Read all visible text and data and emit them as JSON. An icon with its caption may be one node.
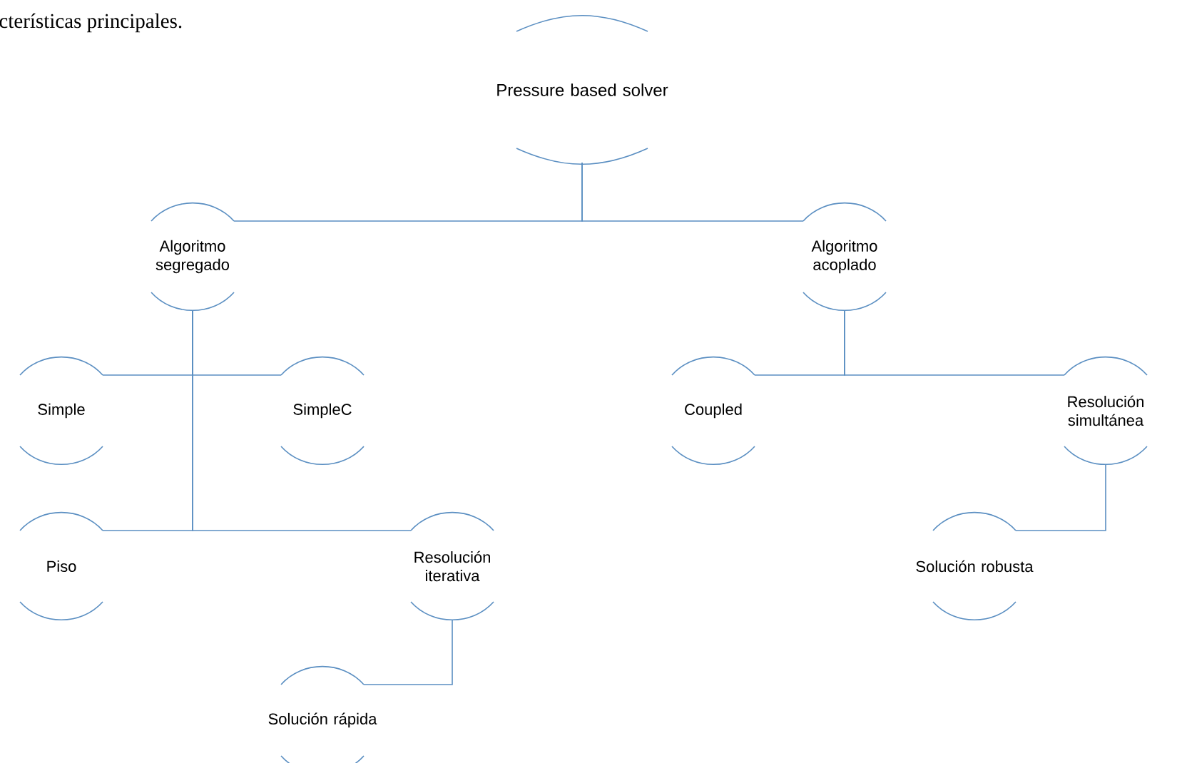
{
  "diagram": {
    "nodes": [
      {
        "text": [
          "Pressure based solver"
        ]
      },
      {
        "text": [
          "Algoritmo segregado"
        ]
      },
      {
        "text": [
          "Algoritmo acoplado"
        ]
      },
      {
        "text": [
          "Simple"
        ]
      },
      {
        "text": [
          "SimpleC"
        ]
      },
      {
        "text": [
          "Coupled"
        ]
      },
      {
        "text": [
          "Resolución simultánea"
        ]
      },
      {
        "text": [
          "Piso"
        ]
      },
      {
        "text": [
          "Resolución iterativa"
        ]
      },
      {
        "text": [
          "Solución robusta"
        ]
      },
      {
        "text": [
          "Solución rápida"
        ]
      }
    ],
    "edges": [
      {
        "from": 0,
        "to": 1,
        "arrow": "none"
      },
      {
        "from": 0,
        "to": 2,
        "arrow": "none"
      },
      {
        "from": 1,
        "to": 3,
        "arrow": "none"
      },
      {
        "from": 1,
        "to": 4,
        "arrow": "none"
      },
      {
        "from": 1,
        "to": 7,
        "arrow": "none"
      },
      {
        "from": 1,
        "to": 8,
        "arrow": "none"
      },
      {
        "from": 2,
        "to": 5,
        "arrow": "none"
      },
      {
        "from": 2,
        "to": 6,
        "arrow": "none"
      },
      {
        "from": 6,
        "to": 9,
        "arrow": "none"
      },
      {
        "from": 8,
        "to": 10,
        "arrow": "none"
      }
    ],
    "labels": [
      "cterísticas principales."
    ]
  }
}
